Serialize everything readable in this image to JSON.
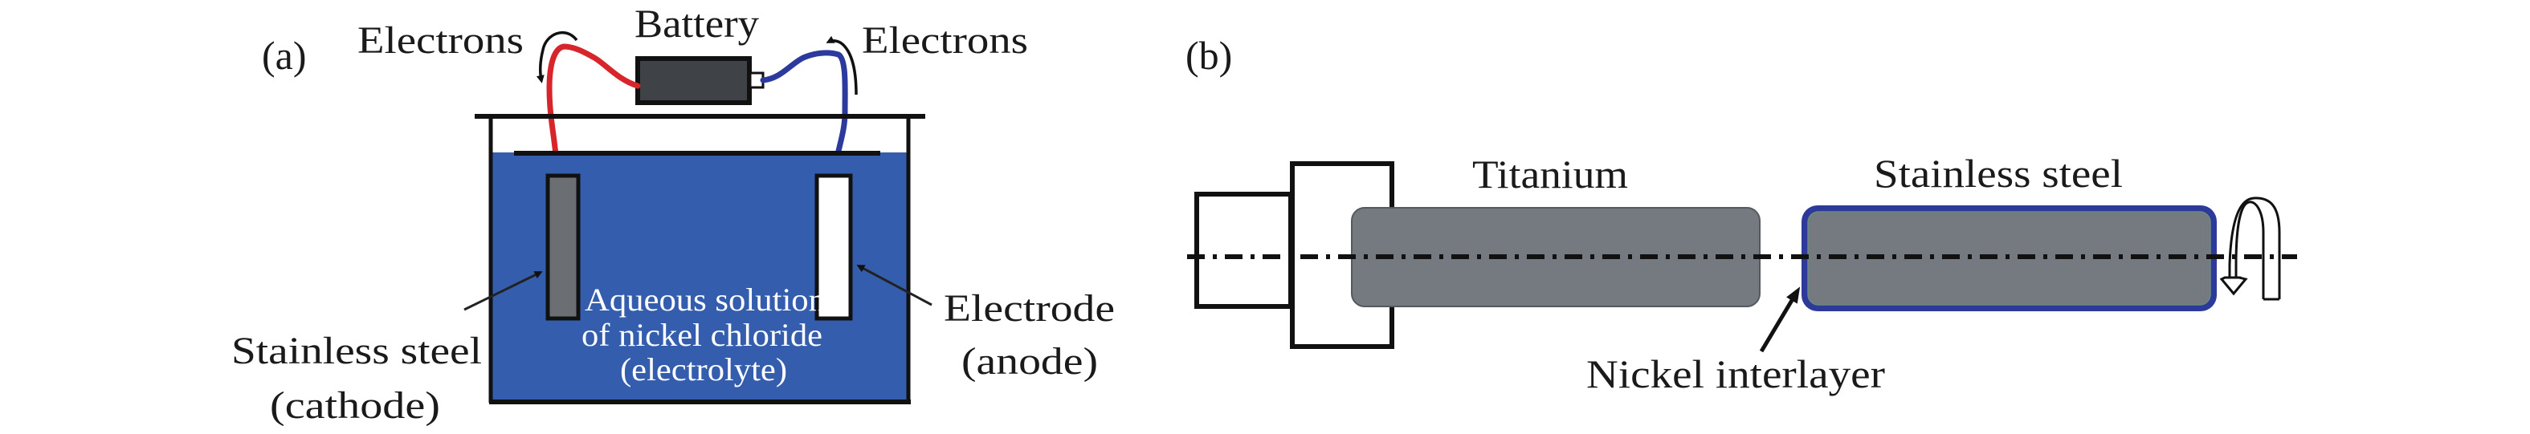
{
  "panel_a": {
    "tag": "(a)",
    "labels": {
      "battery": "Battery",
      "electrons_left": "Electrons",
      "electrons_right": "Electrons",
      "cathode_line1": "Stainless steel",
      "cathode_line2": "(cathode)",
      "anode_line1": "Electrode",
      "anode_line2": "(anode)",
      "electrolyte_line1": "Aqueous solution",
      "electrolyte_line2": "of nickel chloride",
      "electrolyte_line3": "(electrolyte)"
    },
    "colors": {
      "electrolyte": "#345ead",
      "wire_positive": "#d8242b",
      "wire_negative": "#2c3a9e",
      "battery_body": "#3f4246",
      "cathode": "#6b6e72",
      "anode": "#ffffff"
    }
  },
  "panel_b": {
    "tag": "(b)",
    "labels": {
      "titanium": "Titanium",
      "stainless_steel": "Stainless steel",
      "nickel_interlayer": "Nickel interlayer"
    },
    "colors": {
      "rod_fill": "#757a80",
      "nickel_layer": "#2d3a9a"
    }
  }
}
